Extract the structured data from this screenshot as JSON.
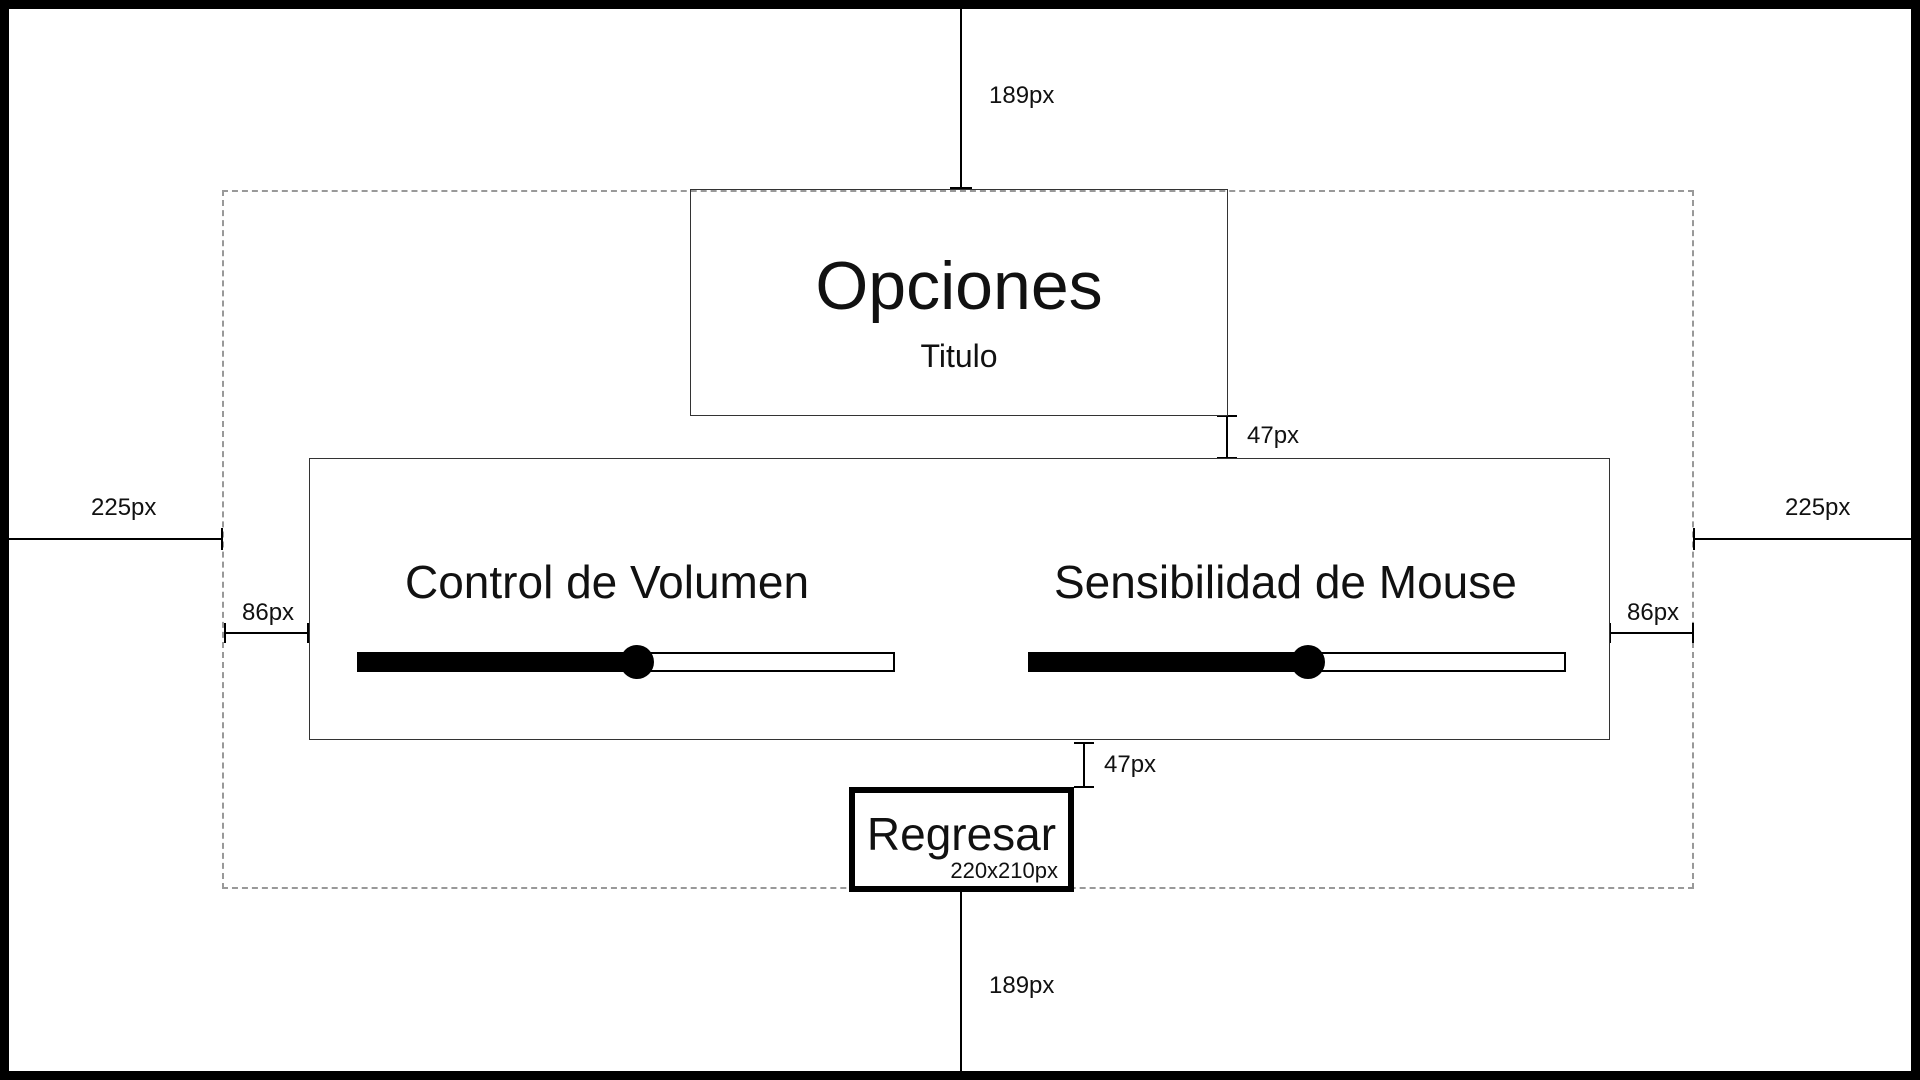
{
  "title_box": {
    "title": "Opciones",
    "subtitle": "Titulo"
  },
  "controls": [
    {
      "label": "Control de Volumen",
      "value": 0.52
    },
    {
      "label": "Sensibilidad de Mouse",
      "value": 0.52
    }
  ],
  "back_button": {
    "label": "Regresar",
    "size_note": "220x210px"
  },
  "annotations": {
    "top_margin": "189px",
    "bottom_margin": "189px",
    "left_margin": "225px",
    "right_margin": "225px",
    "left_inner": "86px",
    "right_inner": "86px",
    "title_gap": "47px",
    "button_gap": "47px"
  },
  "colors": {
    "line": "#000000",
    "dashed": "#999999"
  }
}
